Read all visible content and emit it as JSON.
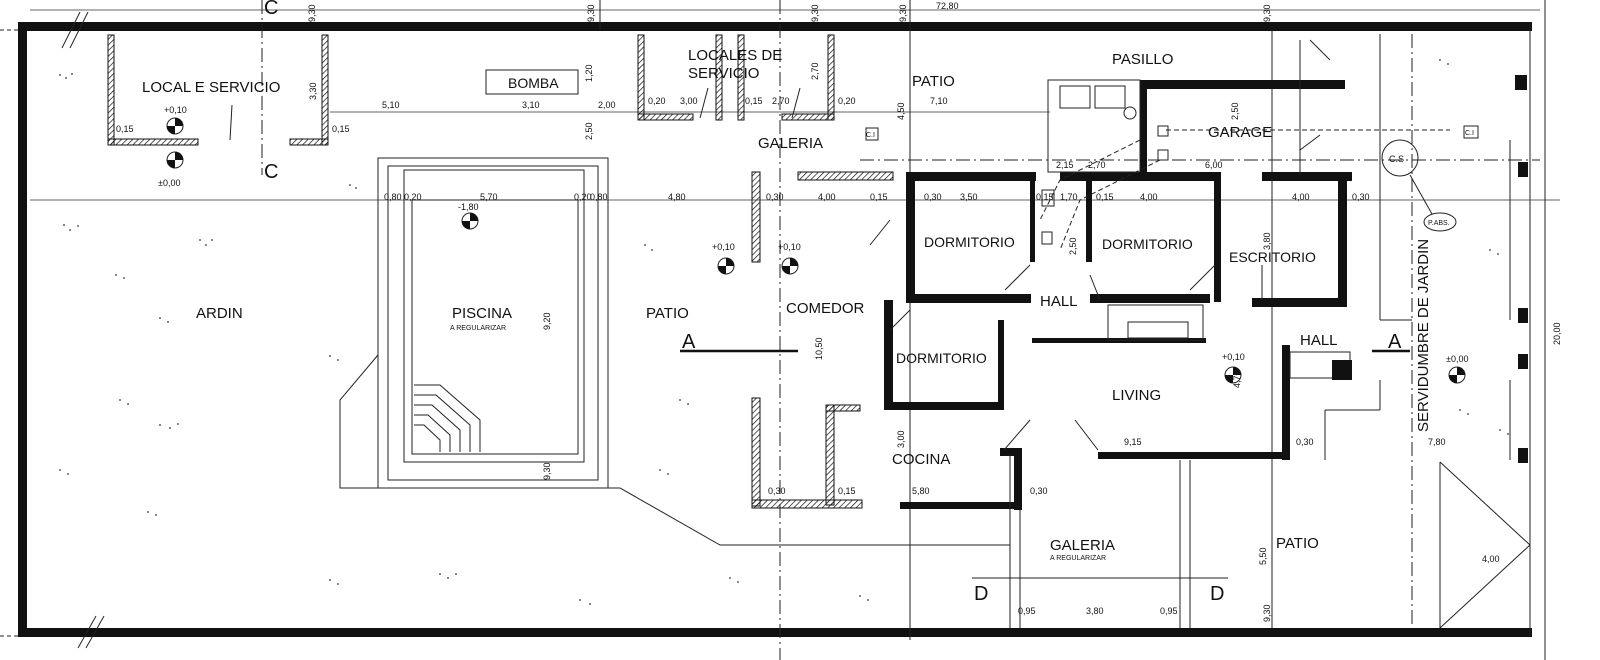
{
  "rooms": {
    "local_servicio": "LOCAL E SERVICIO",
    "bomba": "BOMBA",
    "locales_servicio_1": "LOCALES DE",
    "locales_servicio_2": "SERVICIO",
    "patio_top": "PATIO",
    "pasillo": "PASILLO",
    "galeria_top": "GALERIA",
    "garage": "GARAGE",
    "jardin": "ARDIN",
    "piscina": "PISCINA",
    "piscina_note": "A REGULARIZAR",
    "patio_mid": "PATIO",
    "comedor": "COMEDOR",
    "dormitorio_1": "DORMITORIO",
    "dormitorio_2": "DORMITORIO",
    "escritorio": "ESCRITORIO",
    "hall_1": "HALL",
    "hall_2": "HALL",
    "dormitorio_3": "DORMITORIO",
    "living": "LIVING",
    "cocina": "COCINA",
    "galeria_bottom": "GALERIA",
    "galeria_bottom_note": "A REGULARIZAR",
    "patio_bottom": "PATIO",
    "servidumbre": "SERVIDUMBRE DE JARDIN",
    "cs": "C.S",
    "pabs": "P.ABS.",
    "ci": "C.I"
  },
  "sections": {
    "c": "C",
    "a": "A",
    "d": "D"
  },
  "levels": {
    "l1": "+0,10",
    "l2": "±0,00",
    "l3": "-1,80",
    "l4": "+0,10",
    "l5": "+0,10",
    "l6": "+0,10",
    "l7": "±0,00"
  },
  "dims": {
    "total": "72,80",
    "d_930a": "9,30",
    "d_930b": "9,30",
    "d_930c": "9,30",
    "d_930d": "9,30",
    "d_930e": "9,30",
    "d_930f": "9,30",
    "d_930g": "9,30",
    "d_510": "5,10",
    "d_310": "3,10",
    "d_200": "2,00",
    "d_020a": "0,20",
    "d_300": "3,00",
    "d_015a": "0,15",
    "d_270a": "2,70",
    "d_020b": "0,20",
    "d_710": "7,10",
    "d_330": "3,30",
    "d_015b": "0,15",
    "d_015c": "0,15",
    "d_270b": "2,70",
    "d_450": "4,50",
    "d_250": "2,50",
    "d_600": "6,00",
    "d_250b": "2,50",
    "d_080": "0,80",
    "d_020c": "0,20",
    "d_570": "5,70",
    "d_020d": "0,20",
    "d_080b": "0,80",
    "d_480": "4,80",
    "d_030a": "0,30",
    "d_400a": "4,00",
    "d_015d": "0,15",
    "d_030b": "0,30",
    "d_350": "3,50",
    "d_015e": "0,15",
    "d_170": "1,70",
    "d_015f": "0,15",
    "d_400b": "4,00",
    "d_400c": "4,00",
    "d_030c": "0,30",
    "d_920": "9,20",
    "d_1050": "10,50",
    "d_2000": "20,00",
    "d_915": "9,15",
    "d_030d": "0,30",
    "d_780": "7,80",
    "d_030e": "0,30",
    "d_015g": "0,15",
    "d_580": "5,80",
    "d_030f": "0,30",
    "d_550": "5,50",
    "d_400d": "4,00",
    "d_095a": "0,95",
    "d_380": "3,80",
    "d_095b": "0,95",
    "d_300b": "3,00",
    "d_470": "4,70",
    "d_380b": "3,80",
    "d_250c": "2,50",
    "d_120": "1,20",
    "d_270c": "2,70",
    "d_215": "2,15"
  }
}
